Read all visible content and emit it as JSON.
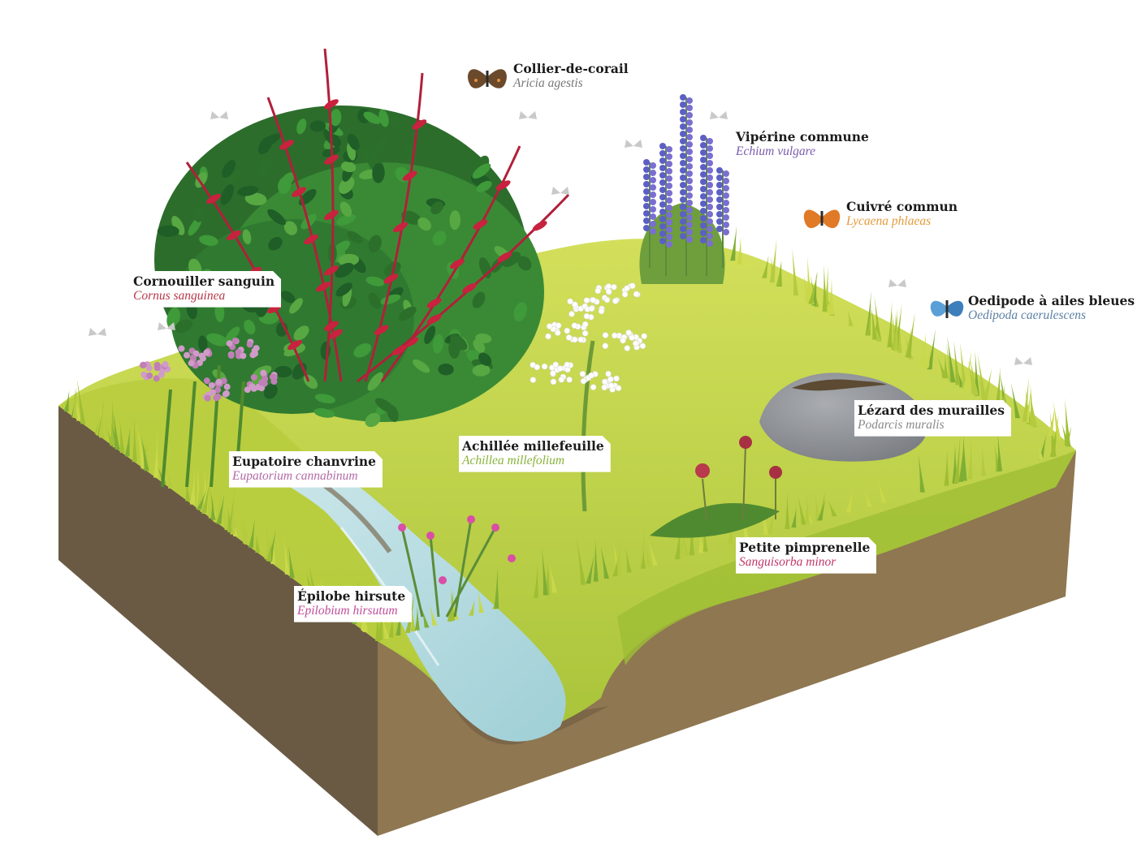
{
  "species": [
    {
      "id": "collier",
      "common": "Collier-de-corail",
      "latin": "Aricia agestis",
      "latin_color": "#777777"
    },
    {
      "id": "viperine",
      "common": "Vipérine commune",
      "latin": "Echium vulgare",
      "latin_color": "#7a5cae"
    },
    {
      "id": "cuivre",
      "common": "Cuivré commun",
      "latin": "Lycaena phlaeas",
      "latin_color": "#e39b3d"
    },
    {
      "id": "oedipode",
      "common": "Oedipode à ailes bleues",
      "latin": "Oedipoda caerulescens",
      "latin_color": "#5b7fa3"
    },
    {
      "id": "cornouiller",
      "common": "Cornouiller sanguin",
      "latin": "Cornus sanguinea",
      "latin_color": "#b8384a"
    },
    {
      "id": "lezard",
      "common": "Lézard des murailles",
      "latin": "Podarcis muralis",
      "latin_color": "#8a8a8a"
    },
    {
      "id": "achillee",
      "common": "Achillée millefeuille",
      "latin": "Achillea millefolium",
      "latin_color": "#88b33a"
    },
    {
      "id": "eupatoire",
      "common": "Eupatoire chanvrine",
      "latin": "Eupatorium cannabinum",
      "latin_color": "#b36ba6"
    },
    {
      "id": "pimprenelle",
      "common": "Petite pimprenelle",
      "latin": "Sanguisorba minor",
      "latin_color": "#c2386a"
    },
    {
      "id": "epilobe",
      "common": "Épilobe hirsute",
      "latin": "Epilobium hirsutum",
      "latin_color": "#c04f9c"
    }
  ],
  "colors": {
    "soil_front": "#8e7751",
    "soil_side": "#6a5a44",
    "grass_light": "#c9d849",
    "grass_mid": "#a9c43a",
    "grass_dark": "#5f9a2f",
    "shrub_green": "#2f7a30",
    "shrub_red": "#c8223f",
    "water": "#b8dbe0",
    "stone": "#8e9196"
  }
}
